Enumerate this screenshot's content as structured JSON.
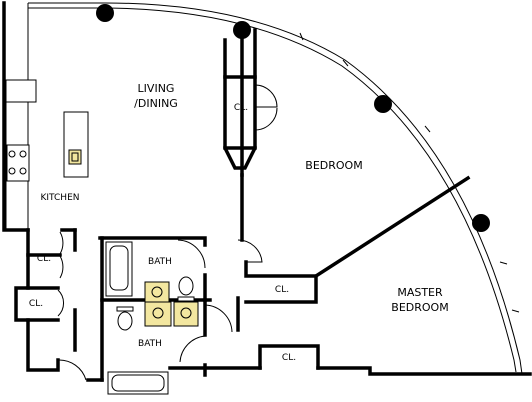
{
  "rooms": {
    "living_line1": "LIVING",
    "living_line2": "/DINING",
    "kitchen": "KITCHEN",
    "bedroom": "BEDROOM",
    "master_line1": "MASTER",
    "master_line2": "BEDROOM",
    "bath_upper": "BATH",
    "bath_lower": "BATH",
    "closet_bedroom": "CL.",
    "closet_left_upper": "CL.",
    "closet_left_lower": "CL.",
    "closet_hall": "CL.",
    "closet_master": "CL."
  },
  "icons": {
    "column": "column-icon",
    "cooktop": "cooktop-icon",
    "sink": "sink-icon",
    "toilet": "toilet-icon",
    "bathtub": "bathtub-icon"
  },
  "colors": {
    "wall": "#000000",
    "fixture_fill": "#f3e7a0",
    "background": "#ffffff"
  }
}
